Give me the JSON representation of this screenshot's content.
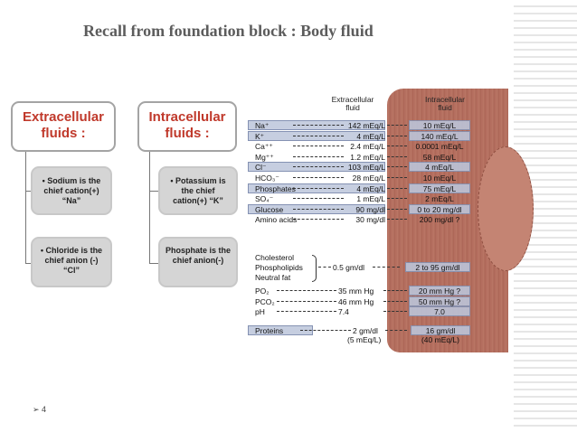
{
  "slide": {
    "title": "Recall from foundation block : Body fluid",
    "page_marker": "➢ 4"
  },
  "concept_map": {
    "extracellular": {
      "header": "Extracellular fluids :",
      "box1": "• Sodium is the chief cation(+) “Na”",
      "box2": "• Chloride is the chief anion (-) “Cl”"
    },
    "intracellular": {
      "header": "Intracellular fluids :",
      "box1": "• Potassium is the chief cation(+) “K”",
      "box2": "Phosphate is the chief anion(-)"
    }
  },
  "fluid_diagram": {
    "extracellular_heading": "Extracellular fluid",
    "intracellular_heading": "Intracellular fluid",
    "rows": [
      {
        "label": "Na⁺",
        "ecf": "142 mEq/L",
        "icf": "10 mEq/L",
        "highlight": true
      },
      {
        "label": "K⁺",
        "ecf": "4 mEq/L",
        "icf": "140 mEq/L",
        "highlight": true
      },
      {
        "label": "Ca⁺⁺",
        "ecf": "2.4 mEq/L",
        "icf": "0.0001 mEq/L",
        "highlight": false
      },
      {
        "label": "Mg⁺⁺",
        "ecf": "1.2 mEq/L",
        "icf": "58 mEq/L",
        "highlight": false
      },
      {
        "label": "Cl⁻",
        "ecf": "103 mEq/L",
        "icf": "4 mEq/L",
        "highlight": true
      },
      {
        "label": "HCO₃⁻",
        "ecf": "28 mEq/L",
        "icf": "10 mEq/L",
        "highlight": false
      },
      {
        "label": "Phosphates",
        "ecf": "4 mEq/L",
        "icf": "75 mEq/L",
        "highlight": true
      },
      {
        "label": "SO₄⁻",
        "ecf": "1 mEq/L",
        "icf": "2 mEq/L",
        "highlight": false
      },
      {
        "label": "Glucose",
        "ecf": "90 mg/dl",
        "icf": "0 to 20 mg/dl",
        "highlight": true
      },
      {
        "label": "Amino acids",
        "ecf": "30 mg/dl",
        "icf": "200 mg/dl ?",
        "highlight": false
      }
    ],
    "lipids": {
      "labels": [
        "Cholesterol",
        "Phospholipids",
        "Neutral fat"
      ],
      "ecf": "0.5 gm/dl",
      "icf": "2 to 95 gm/dl"
    },
    "rows2": [
      {
        "label": "PO₂",
        "ecf": "35 mm Hg",
        "icf": "20 mm Hg ?"
      },
      {
        "label": "PCO₂",
        "ecf": "46 mm Hg",
        "icf": "50 mm Hg ?"
      },
      {
        "label": "pH",
        "ecf": "7.4",
        "icf": "7.0"
      }
    ],
    "proteins": {
      "label": "Proteins",
      "ecf": "2 gm/dl",
      "ecf_sub": "(5 mEq/L)",
      "icf": "16 gm/dl",
      "icf_sub": "(40 mEq/L)"
    }
  }
}
